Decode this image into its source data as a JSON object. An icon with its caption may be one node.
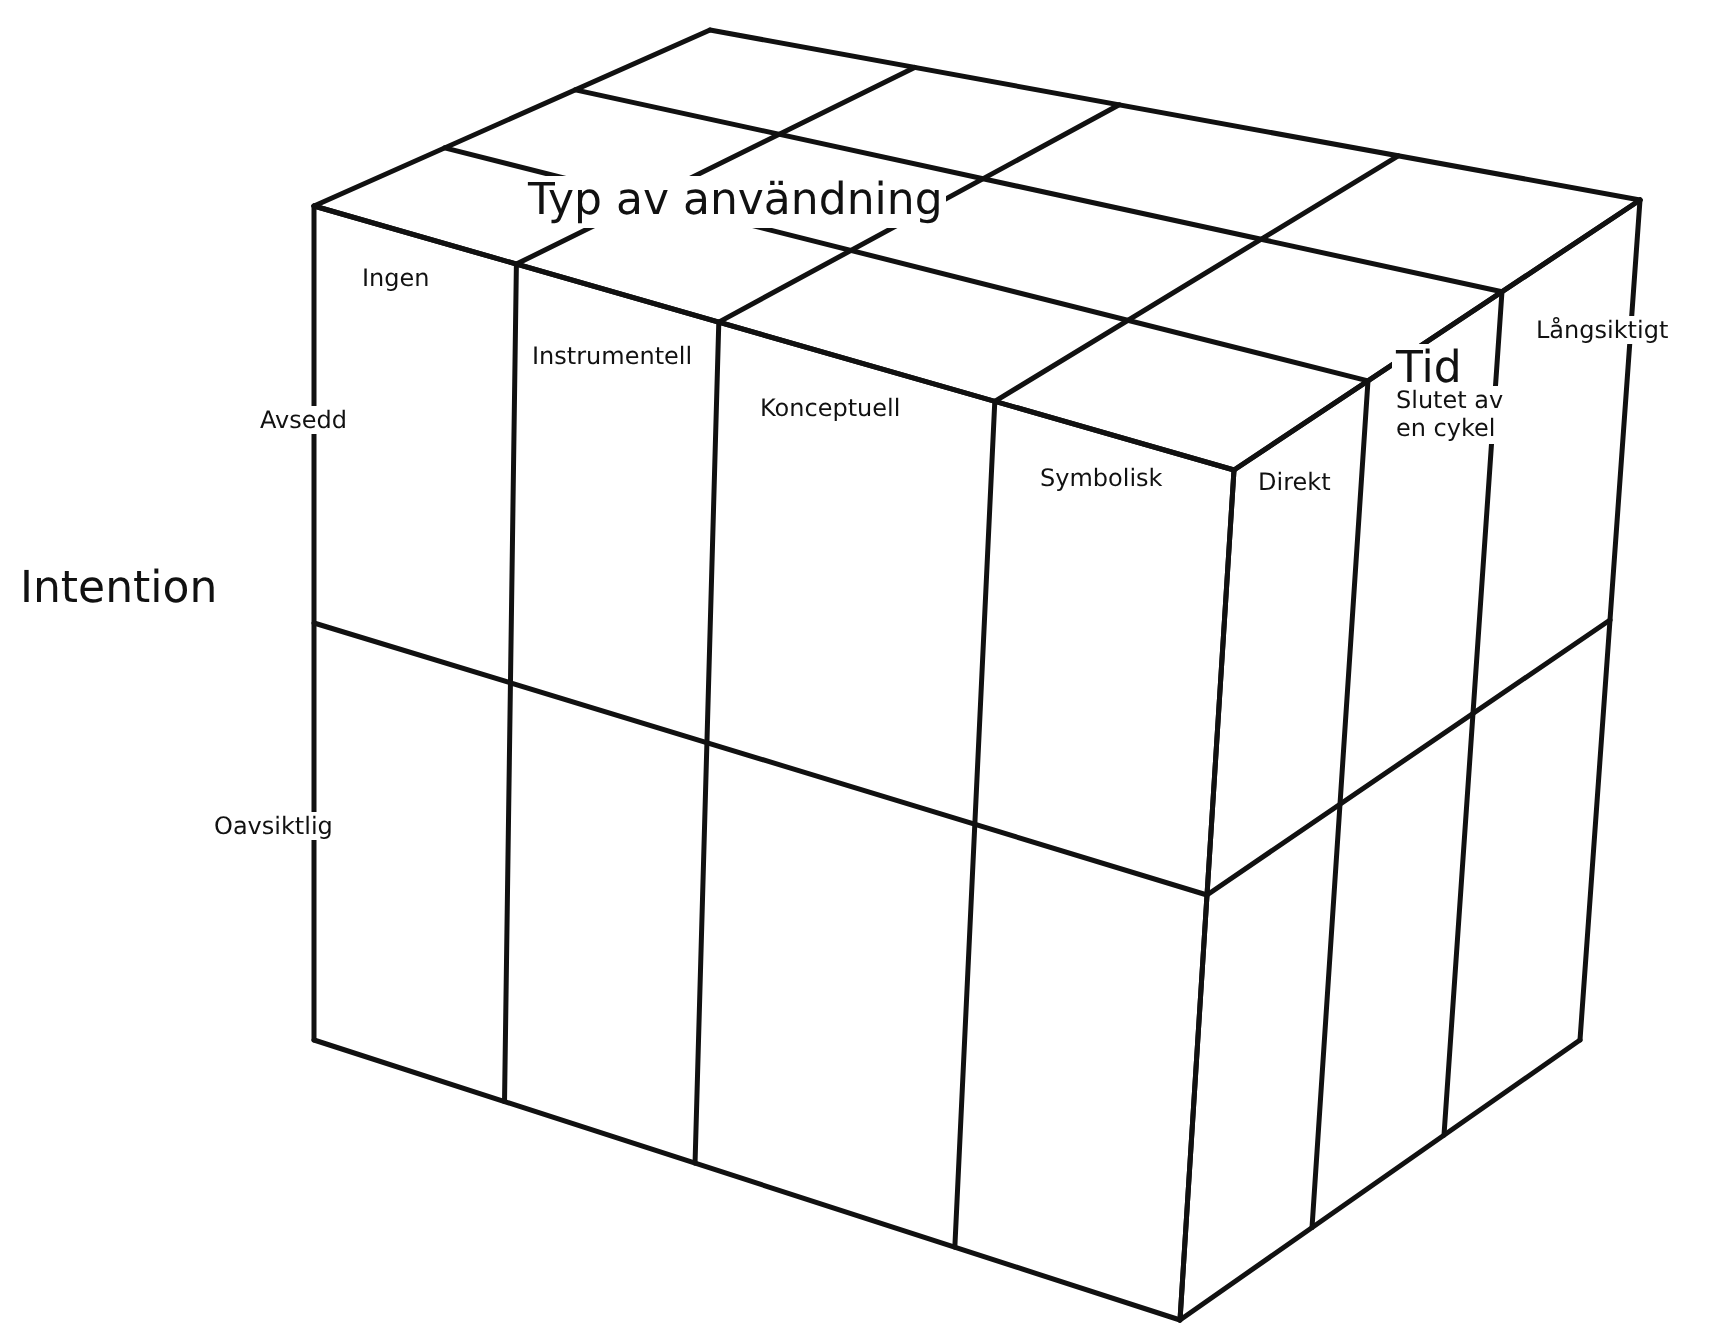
{
  "diagram": {
    "labels": [
      "Typ av användning",
      "Ingen",
      "Tid",
      "Långsiktigt",
      "Instrumentell",
      "Avsedd",
      "Konceptuell",
      "Slutet av en cykel",
      "Symbolisk",
      "Direkt",
      "Intention",
      "Oavsiktlig"
    ]
  }
}
